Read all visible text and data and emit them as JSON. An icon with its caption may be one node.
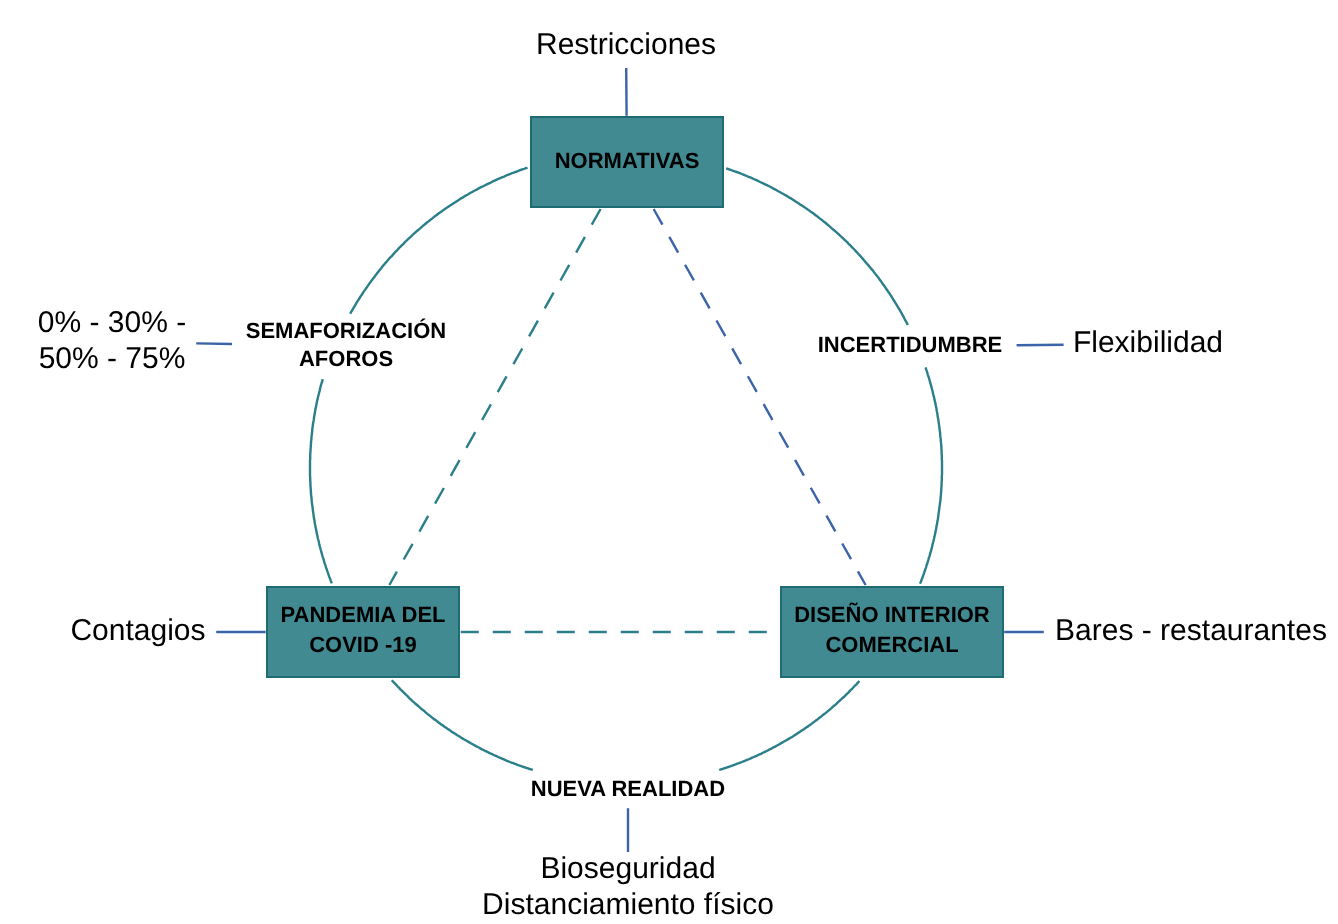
{
  "diagram": {
    "nodes": [
      {
        "text": [
          "NORMATIVAS"
        ]
      },
      {
        "text": [
          "PANDEMIA DEL COVID -19"
        ]
      },
      {
        "text": [
          "DISEÑO INTERIOR COMERCIAL"
        ]
      },
      {
        "text": [
          "Restricciones"
        ]
      },
      {
        "text": [
          "SEMAFORIZACIÓN AFOROS"
        ]
      },
      {
        "text": [
          "0% - 30% - 50% - 75%"
        ]
      },
      {
        "text": [
          "INCERTIDUMBRE"
        ]
      },
      {
        "text": [
          "Flexibilidad"
        ]
      },
      {
        "text": [
          "Contagios"
        ]
      },
      {
        "text": [
          "Bares - restaurantes"
        ]
      },
      {
        "text": [
          "NUEVA REALIDAD"
        ]
      },
      {
        "text": [
          "Bioseguridad Distanciamiento físico"
        ]
      }
    ],
    "edges": [
      {
        "from": 3,
        "to": 0,
        "arrow": "none",
        "color": "#3b64a8"
      },
      {
        "from": 0,
        "to": 1,
        "arrow": "none",
        "style": "dashed"
      },
      {
        "from": 0,
        "to": 2,
        "arrow": "none",
        "style": "dashed",
        "color": "#3b64a8"
      },
      {
        "from": 1,
        "to": 2,
        "arrow": "none",
        "style": "dashed"
      },
      {
        "from": 0,
        "to": 4,
        "arrow": "none"
      },
      {
        "from": 4,
        "to": 1,
        "arrow": "none"
      },
      {
        "from": 1,
        "to": 10,
        "arrow": "none"
      },
      {
        "from": 10,
        "to": 2,
        "arrow": "none"
      },
      {
        "from": 2,
        "to": 6,
        "arrow": "none"
      },
      {
        "from": 6,
        "to": 0,
        "arrow": "none"
      },
      {
        "from": 5,
        "to": 4,
        "arrow": "none",
        "color": "#3b64a8"
      },
      {
        "from": 6,
        "to": 7,
        "arrow": "none",
        "color": "#3b64a8"
      },
      {
        "from": 8,
        "to": 1,
        "arrow": "none",
        "color": "#3b64a8"
      },
      {
        "from": 2,
        "to": 9,
        "arrow": "none",
        "color": "#3b64a8"
      },
      {
        "from": 10,
        "to": 11,
        "arrow": "none",
        "color": "#3b64a8"
      }
    ]
  }
}
